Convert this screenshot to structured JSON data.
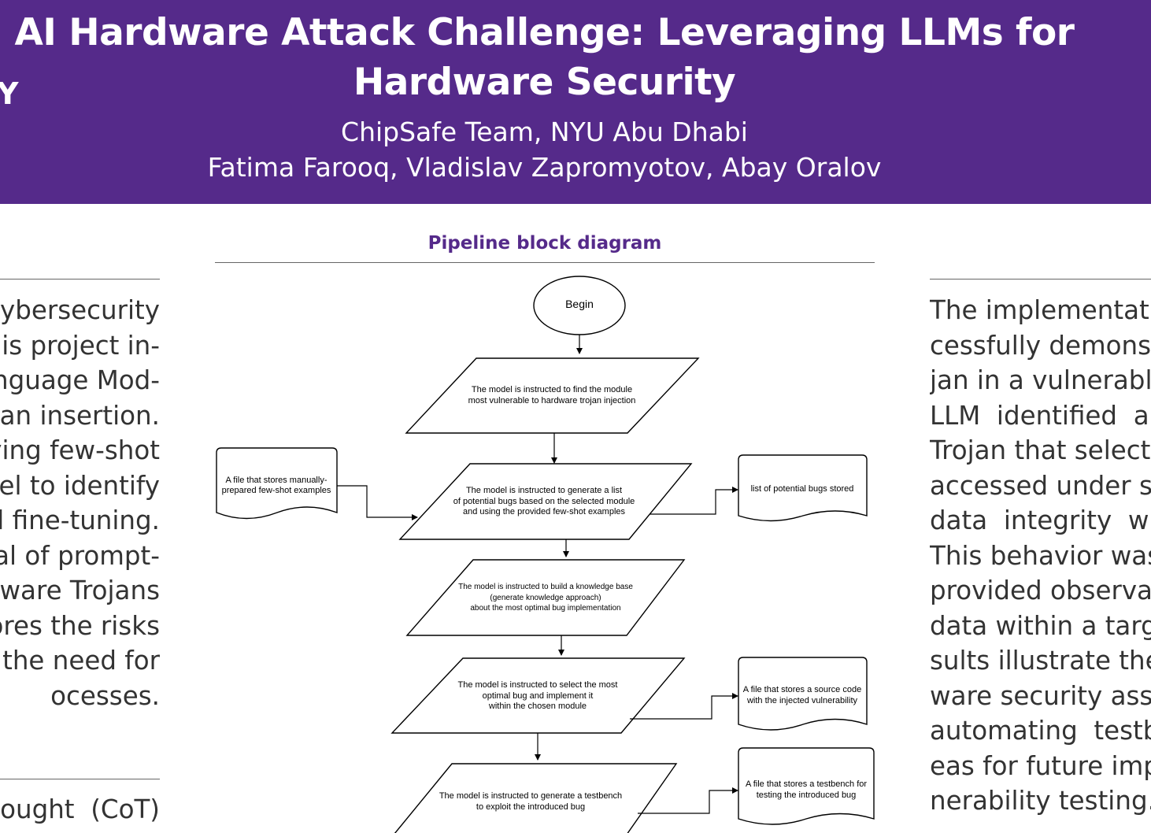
{
  "header": {
    "title_line1": "AI Hardware Attack Challenge: Leveraging LLMs for",
    "title_line2": "Hardware Security",
    "team": "ChipSafe Team, NYU Abu Dhabi",
    "authors": "Fatima Farooq, Vladislav Zapromyotov, Abay Oralov",
    "logo_fragment": "Y",
    "bg_color": "#552a8a"
  },
  "left_column": {
    "lines": [
      "cybersecurity",
      "is project in-",
      "nguage Mod-",
      "jan insertion.",
      "ying few-shot",
      "el to identify",
      "al fine-tuning.",
      "al of prompt-",
      "dware Trojans",
      "cores the risks",
      "d the need for",
      "ocesses."
    ],
    "lines2": [
      "hought  (CoT)"
    ]
  },
  "diagram": {
    "title": "Pipeline block diagram",
    "begin": "Begin",
    "step1": [
      "The model is instructed to find the module",
      "most vulnerable to hardware trojan injection"
    ],
    "step2": [
      "The model is instructed to generate a list",
      "of potential bugs based on the selected module",
      "and using the provided few-shot examples"
    ],
    "step3": [
      "The model is instructed to build a knowledge base",
      "(generate knowledge approach)",
      "about the most optimal bug implementation"
    ],
    "step4": [
      "The model is instructed to select the most",
      "optimal bug and implement it",
      "within the chosen module"
    ],
    "step5": [
      "The model is instructed to generate a testbench",
      "to exploit the introduced bug"
    ],
    "doc_fewshot": [
      "A file that stores manually-",
      "prepared few-shot examples"
    ],
    "doc_bugs": [
      "list of potential bugs stored"
    ],
    "doc_source": [
      "A file that stores a source code",
      "with the injected vulnerability"
    ],
    "doc_testbench": [
      "A file that stores a testbench for",
      "testing the introduced bug"
    ]
  },
  "right_column": {
    "lines": [
      "The implementatio",
      "cessfully demonstr",
      "jan in a vulnerable",
      "LLM  identified  a",
      "Trojan that selectiv",
      "accessed under sp",
      "data  integrity  with",
      "This behavior was v",
      "provided observab",
      "data within a targe",
      "sults illustrate the",
      "ware security asses",
      "automating  testbe",
      "eas for future impro",
      "nerability testing."
    ]
  }
}
